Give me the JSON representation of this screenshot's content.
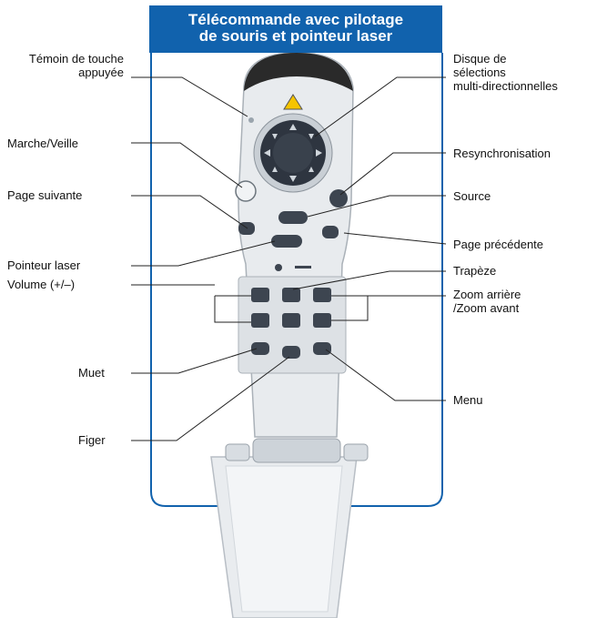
{
  "title": {
    "line1": "Télécommande avec pilotage",
    "line2": "de souris et pointeur laser"
  },
  "labels": {
    "temoin": [
      "Témoin de touche",
      "appuyée"
    ],
    "marche": "Marche/Veille",
    "page_suivante": "Page suivante",
    "pointeur": "Pointeur laser",
    "volume": "Volume (+/–)",
    "muet": "Muet",
    "figer": "Figer",
    "disque": [
      "Disque de",
      "sélections",
      "multi-directionnelles"
    ],
    "resync": "Resynchronisation",
    "source": "Source",
    "page_precedente": "Page précédente",
    "trapeze": "Trapèze",
    "zoom": [
      "Zoom arrière",
      "/Zoom avant"
    ],
    "menu": "Menu"
  },
  "colors": {
    "frame": "#1162ad",
    "device": "#e8ebee",
    "device_shade": "#c9cfd5",
    "button": "#3d4550",
    "top_cap": "#2a2a2a",
    "laser_badge": "#f5c400"
  }
}
